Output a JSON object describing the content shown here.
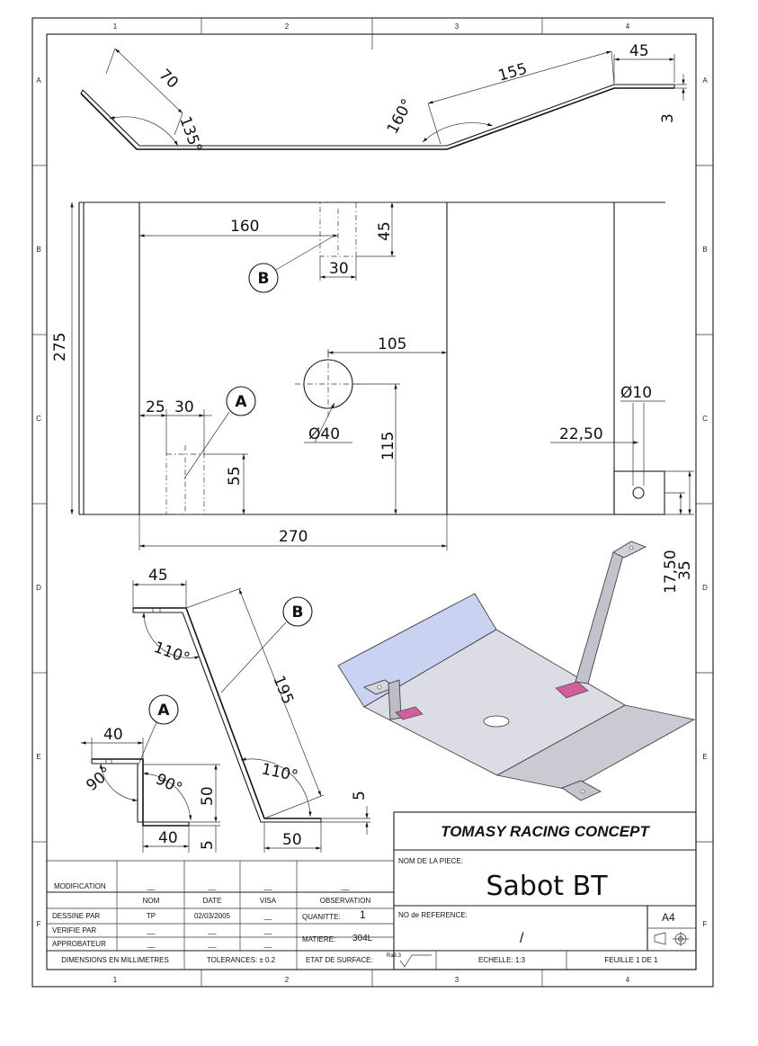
{
  "grid": {
    "columns": [
      "1",
      "2",
      "3",
      "4"
    ],
    "rows": [
      "A",
      "B",
      "C",
      "D",
      "E",
      "F"
    ]
  },
  "dimensions": {
    "top_70": "70",
    "top_135": "135°",
    "top_160deg": "160°",
    "top_155": "155",
    "top_45": "45",
    "top_3": "3",
    "plan_160": "160",
    "plan_45": "45",
    "plan_30": "30",
    "plan_275": "275",
    "plan_105": "105",
    "plan_d40": "Ø40",
    "plan_115": "115",
    "plan_25": "25",
    "plan_30b": "30",
    "plan_55": "55",
    "plan_d10": "Ø10",
    "plan_2250": "22,50",
    "plan_270": "270",
    "plan_1750": "17,50",
    "plan_35": "35",
    "detB_45": "45",
    "detB_110a": "110°",
    "detB_195": "195",
    "detB_110b": "110°",
    "detB_5": "5",
    "detB_50": "50",
    "detA_40": "40",
    "detA_90a": "90°",
    "detA_90b": "90°",
    "detA_50": "50",
    "detA_40b": "40",
    "detA_5": "5"
  },
  "callouts": {
    "b_plan": "B",
    "a_plan": "A",
    "b_detail": "B",
    "a_detail": "A"
  },
  "title_block": {
    "company": "TOMASY RACING CONCEPT",
    "nom_piece_label": "NOM DE LA PIECE:",
    "part_name": "Sabot BT",
    "modification_label": "MODIFICATION",
    "mod_values": [
      "__",
      "__",
      "__",
      "__"
    ],
    "col_nom": "NOM",
    "col_date": "DATE",
    "col_visa": "VISA",
    "col_obs": "OBSERVATION",
    "dessine_label": "DESSINE PAR",
    "dessine_nom": "TP",
    "dessine_date": "02/03/2005",
    "dessine_visa": "__",
    "verifie_label": "VERIFIE PAR",
    "verifie_nom": "__",
    "verifie_date": "__",
    "verifie_visa": "__",
    "approb_label": "APPROBATEUR",
    "approb_nom": "__",
    "approb_date": "__",
    "approb_visa": "__",
    "quantite_label": "QUANITTE:",
    "quantite_value": "1",
    "matiere_label": "MATIERE:",
    "matiere_value": "304L",
    "ref_label": "NO de REFERENCE:",
    "ref_value": "/",
    "format": "A4",
    "dimensions_note": "DIMENSIONS EN MILLIMETRES",
    "tolerances": "TOLERANCES: ± 0.2",
    "etat_surface": "ETAT DE SURFACE:",
    "roughness": "Ra6.3",
    "echelle": "ECHELLE: 1:3",
    "feuille": "FEUILLE 1 DE 1"
  }
}
